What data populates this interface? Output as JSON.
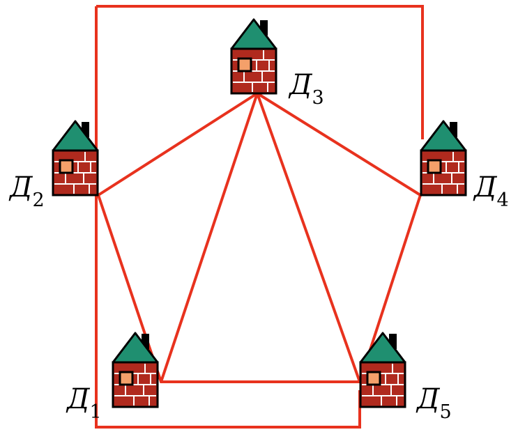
{
  "colors": {
    "line": "#e8321e",
    "roof": "#1f8f70",
    "brick": "#b02a1e",
    "mortar": "#ffffff",
    "window": "#f4a06a",
    "outline": "#000000"
  },
  "houses": [
    {
      "id": "d1",
      "letter": "Д",
      "sub": "1"
    },
    {
      "id": "d2",
      "letter": "Д",
      "sub": "2"
    },
    {
      "id": "d3",
      "letter": "Д",
      "sub": "3"
    },
    {
      "id": "d4",
      "letter": "Д",
      "sub": "4"
    },
    {
      "id": "d5",
      "letter": "Д",
      "sub": "5"
    }
  ]
}
